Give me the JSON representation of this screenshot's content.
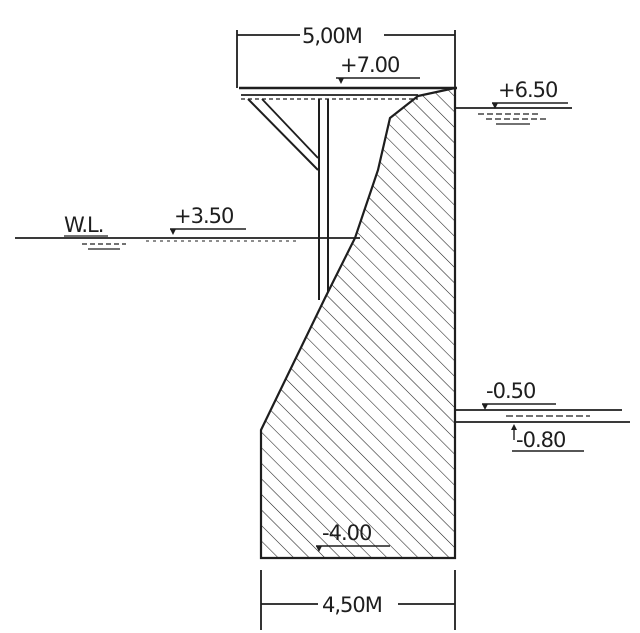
{
  "drawing": {
    "width_top": "5,00M",
    "width_bottom": "4,50M",
    "level_crest": "+7.00",
    "level_backfill": "+6.50",
    "water_level_label": "W.L.",
    "level_water": "+3.50",
    "level_toe_water": "-0.50",
    "level_seabed": "-0.80",
    "level_foundation": "-4.00"
  },
  "colors": {
    "ink": "#1e1e1e",
    "paper": "#ffffff"
  }
}
